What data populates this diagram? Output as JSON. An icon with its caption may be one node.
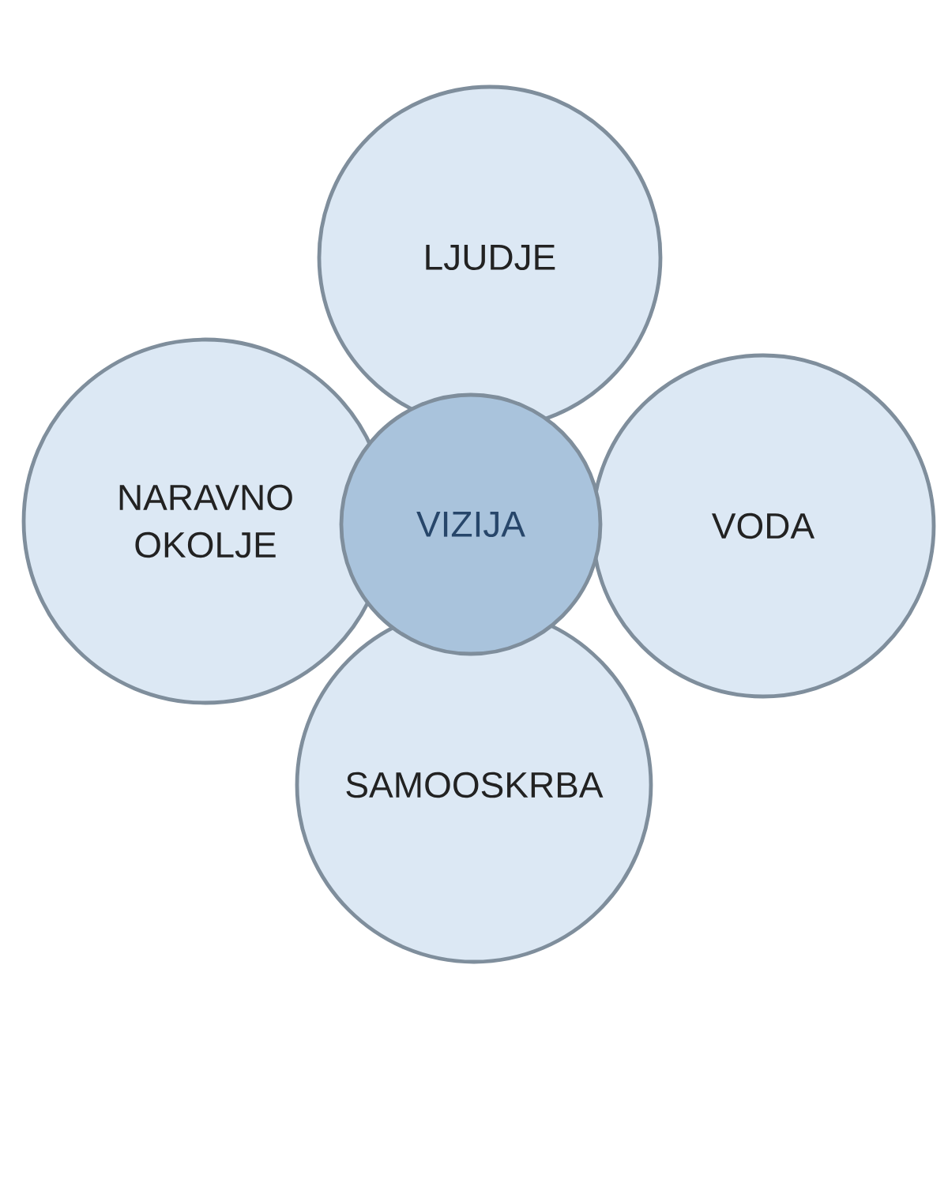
{
  "diagram": {
    "nodes": [
      {
        "text": [
          "LJUDJE"
        ]
      },
      {
        "text": [
          "NARAVNO OKOLJE"
        ]
      },
      {
        "text": [
          "VIZIJA"
        ]
      },
      {
        "text": [
          "VODA"
        ]
      },
      {
        "text": [
          "SAMOOSKRBA"
        ]
      }
    ]
  }
}
